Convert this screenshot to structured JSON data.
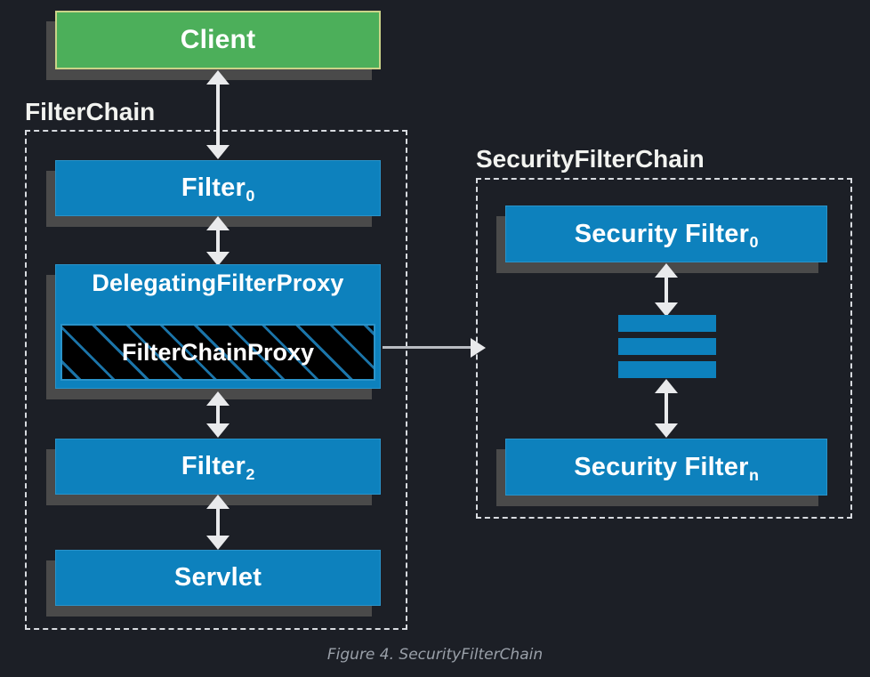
{
  "figure": {
    "caption": "Figure 4. SecurityFilterChain",
    "background_color": "#1c1f26",
    "blue_color": "#0d81bd",
    "green_color": "#4caf5a",
    "arrow_color": "#e9eaec",
    "dash_border_color": "#d8dbe0",
    "hatch_background_color": "#000000",
    "hatch_stripe_color": "#1b74a8"
  },
  "client": {
    "label": "Client"
  },
  "filter_chain": {
    "group_label": "FilterChain",
    "nodes": [
      {
        "label": "Filter",
        "sub": "0"
      },
      {
        "label": "DelegatingFilterProxy",
        "sub": ""
      },
      {
        "label": "FilterChainProxy",
        "sub": ""
      },
      {
        "label": "Filter",
        "sub": "2"
      },
      {
        "label": "Servlet",
        "sub": ""
      }
    ]
  },
  "security_filter_chain": {
    "group_label": "SecurityFilterChain",
    "nodes": [
      {
        "label": "Security Filter",
        "sub": "0"
      },
      {
        "label": "Security Filter",
        "sub": "n"
      }
    ],
    "ellipsis_bar_count": 3
  }
}
